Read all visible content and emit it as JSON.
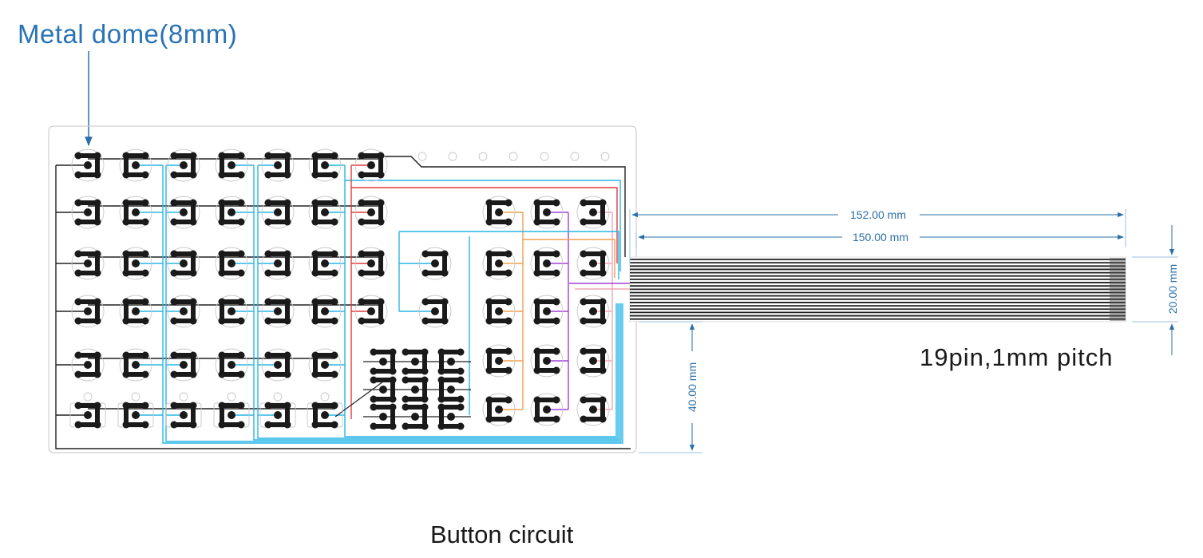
{
  "labels": {
    "dome_callout": "Metal dome(8mm)",
    "pin_spec": "19pin,1mm pitch",
    "caption": "Button circuit"
  },
  "dimensions": {
    "overall_length": "152.00 mm",
    "tail_length": "150.00 mm",
    "tail_width": "20.00 mm",
    "body_height": "40.00 mm"
  },
  "specs": {
    "dome_diameter_mm": 8,
    "pin_count": 19,
    "pitch_mm": 1
  },
  "colors": {
    "callout": "#2a73b5",
    "dimension": "#2a6fa8",
    "trace_black": "#222222",
    "trace_blue": "#29b6e6",
    "trace_red": "#e03c3c",
    "trace_orange": "#f0a050",
    "trace_purple": "#a040d8",
    "trace_pink": "#f2a6b4",
    "outline": "#c8c8c8"
  }
}
